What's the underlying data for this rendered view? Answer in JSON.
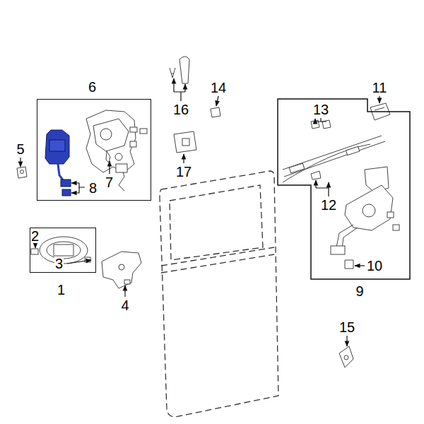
{
  "diagram": {
    "nodes": [
      {
        "text": [
          "6",
          "7",
          "8"
        ]
      },
      {
        "text": [
          "9",
          "10",
          "12",
          "13"
        ]
      },
      {
        "text": [
          "1",
          "2",
          "3"
        ]
      }
    ],
    "labels": [
      "4",
      "5",
      "11",
      "14",
      "15",
      "16",
      "17"
    ]
  }
}
